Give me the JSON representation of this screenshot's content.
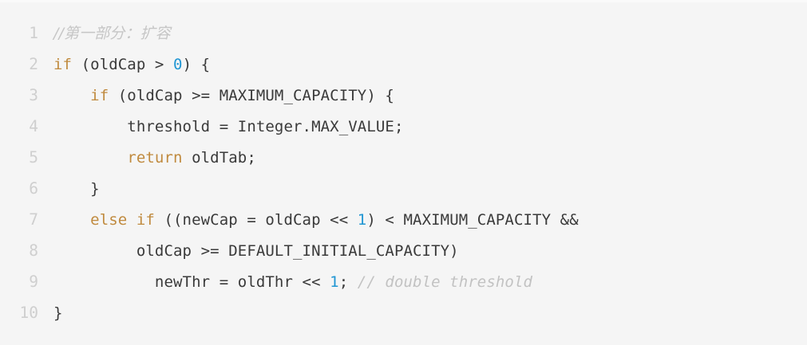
{
  "editor": {
    "language": "java",
    "background_color": "#f5f5f5",
    "text_color": "#3a3a3a",
    "line_number_color": "#cfcfcf",
    "keyword_color": "#c08a3e",
    "number_color": "#2196d3",
    "comment_color": "#c2c2c2",
    "total_lines": 10,
    "lines": [
      {
        "number": "1",
        "tokens": [
          {
            "t": "comment-cn",
            "s": "//第一部分：扩容"
          }
        ]
      },
      {
        "number": "2",
        "tokens": [
          {
            "t": "keyword",
            "s": "if"
          },
          {
            "t": "plain",
            "s": " (oldCap > "
          },
          {
            "t": "number",
            "s": "0"
          },
          {
            "t": "plain",
            "s": ") {"
          }
        ]
      },
      {
        "number": "3",
        "tokens": [
          {
            "t": "plain",
            "s": "    "
          },
          {
            "t": "keyword",
            "s": "if"
          },
          {
            "t": "plain",
            "s": " (oldCap >= MAXIMUM_CAPACITY) {"
          }
        ]
      },
      {
        "number": "4",
        "tokens": [
          {
            "t": "plain",
            "s": "        threshold = Integer.MAX_VALUE;"
          }
        ]
      },
      {
        "number": "5",
        "tokens": [
          {
            "t": "plain",
            "s": "        "
          },
          {
            "t": "keyword",
            "s": "return"
          },
          {
            "t": "plain",
            "s": " oldTab;"
          }
        ]
      },
      {
        "number": "6",
        "tokens": [
          {
            "t": "plain",
            "s": "    }"
          }
        ]
      },
      {
        "number": "7",
        "tokens": [
          {
            "t": "plain",
            "s": "    "
          },
          {
            "t": "keyword",
            "s": "else if"
          },
          {
            "t": "plain",
            "s": " ((newCap = oldCap << "
          },
          {
            "t": "number",
            "s": "1"
          },
          {
            "t": "plain",
            "s": ") < MAXIMUM_CAPACITY &&"
          }
        ]
      },
      {
        "number": "8",
        "tokens": [
          {
            "t": "plain",
            "s": "         oldCap >= DEFAULT_INITIAL_CAPACITY)"
          }
        ]
      },
      {
        "number": "9",
        "tokens": [
          {
            "t": "plain",
            "s": "           newThr = oldThr << "
          },
          {
            "t": "number",
            "s": "1"
          },
          {
            "t": "plain",
            "s": "; "
          },
          {
            "t": "comment",
            "s": "// double threshold"
          }
        ]
      },
      {
        "number": "10",
        "tokens": [
          {
            "t": "plain",
            "s": "}"
          }
        ]
      }
    ]
  }
}
